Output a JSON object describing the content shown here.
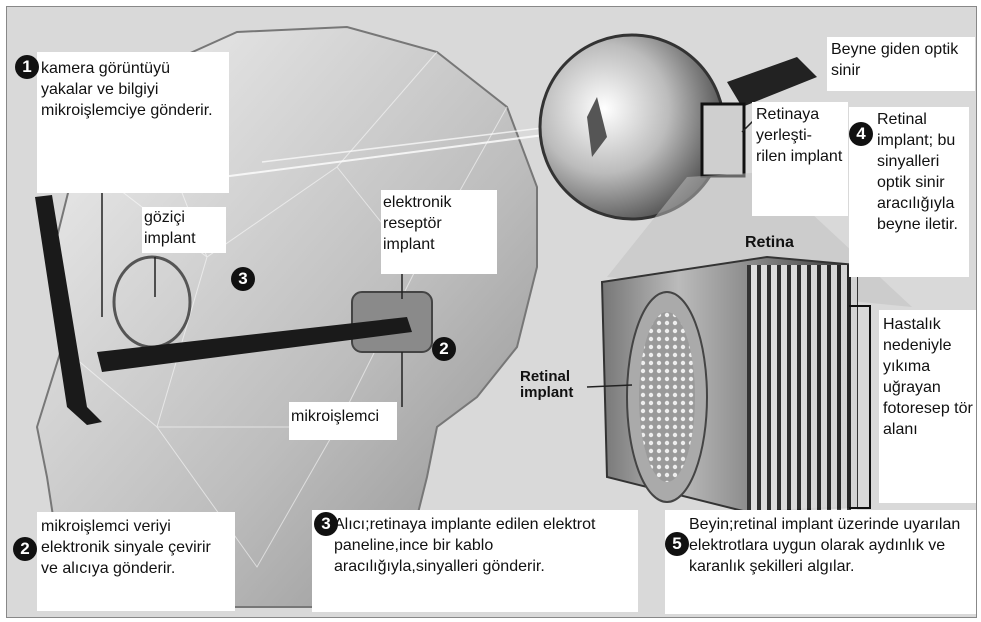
{
  "callouts": {
    "c1": {
      "number": "1",
      "text": "kamera görüntüyü yakalar ve bilgiyi mikroişlemciye gönderir."
    },
    "c2": {
      "number": "2",
      "text": "mikroişlemci veriyi elektronik sinyale çevirir ve alıcıya gönderir."
    },
    "c3": {
      "number": "3",
      "text": "Alıcı;retinaya implante edilen elektrot paneline,ince bir kablo aracılığıyla,sinyalleri gönderir."
    },
    "c4": {
      "number": "4",
      "text": "Retinal implant; bu sinyalleri optik sinir aracılığıyla beyne iletir."
    },
    "c5": {
      "number": "5",
      "text": "Beyin;retinal implant üzerinde uyarılan elektrotlara uygun olarak aydınlık ve karanlık şekilleri algılar."
    }
  },
  "labels": {
    "gozici": "göziçi implant",
    "receptor": "elektronik reseptör implant",
    "micro": "mikroişlemci",
    "optic": "Beyne giden optik sinir",
    "retina_implant": "Retinaya yerleşti- rilen implant",
    "damage": "Hastalık nedeniyle yıkıma uğrayan fotoresep tör alanı",
    "retina_title": "Retina",
    "retinal_implant": "Retinal implant"
  },
  "markers": {
    "head3": "3",
    "head2": "2"
  }
}
